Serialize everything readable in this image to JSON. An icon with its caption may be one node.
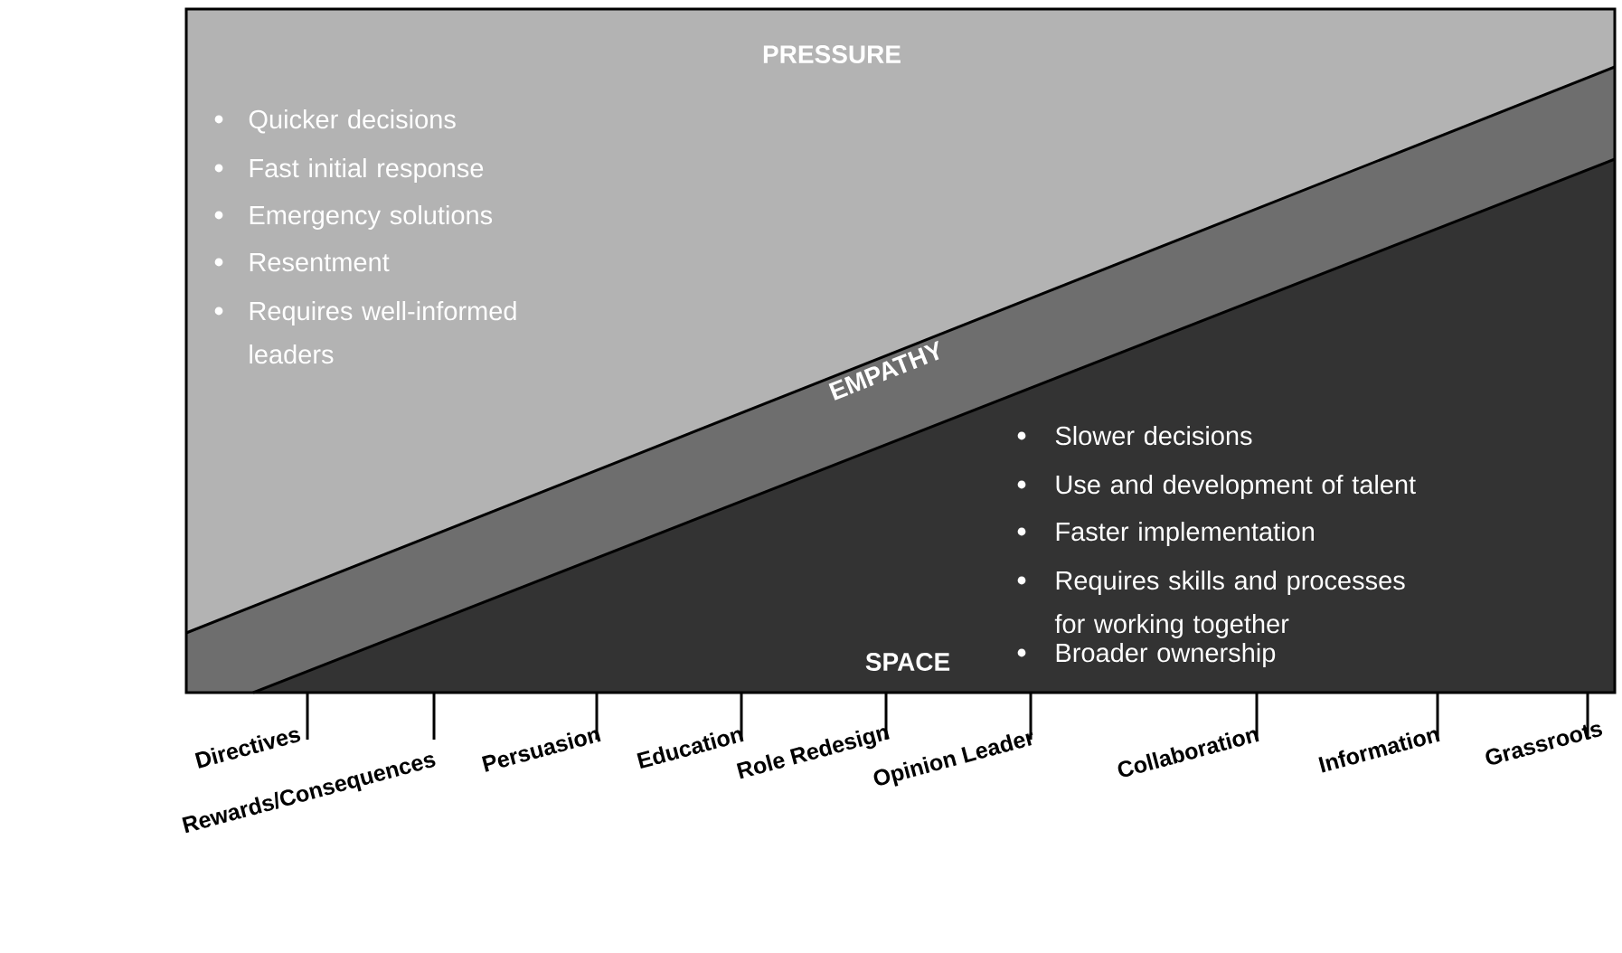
{
  "diagram": {
    "nodes": [
      {
        "text": [
          "PRESSURE",
          "Quicker decisions",
          "Fast initial response",
          "Emergency solutions",
          "Resentment",
          "Requires well-informed leaders"
        ]
      },
      {
        "text": [
          "EMPATHY"
        ]
      },
      {
        "text": [
          "SPACE",
          "Slower decisions",
          "Use and development of talent",
          "Faster implementation",
          "Requires skills and processes for working together",
          "Broader ownership"
        ]
      }
    ],
    "labels": [
      "Directives",
      "Rewards/Consequences",
      "Persuasion",
      "Education",
      "Role Redesign",
      "Opinion Leader",
      "Collaboration",
      "Information",
      "Grassroots"
    ]
  }
}
